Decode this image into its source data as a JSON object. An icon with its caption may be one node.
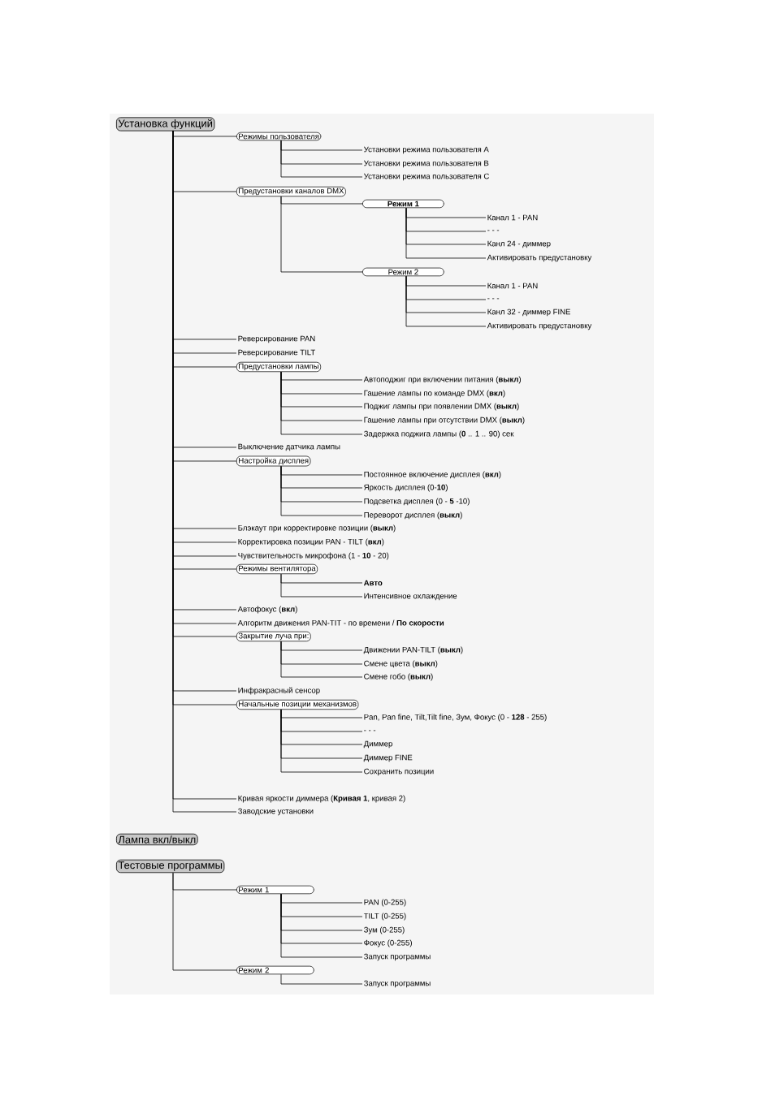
{
  "diagram": {
    "nodes": [
      {
        "text": [
          "Установка функций"
        ]
      },
      {
        "text": [
          "Режимы пользователя"
        ]
      },
      {
        "text": [
          "Установки режима пользователя A"
        ]
      },
      {
        "text": [
          "Установки режима пользователя B"
        ]
      },
      {
        "text": [
          "Установки режима пользователя C"
        ]
      },
      {
        "text": [
          "Предустановки каналов DMX"
        ]
      },
      {
        "text": [
          "Режим 1"
        ]
      },
      {
        "text": [
          "Канал 1 - PAN"
        ]
      },
      {
        "text": [
          "- - -"
        ]
      },
      {
        "text": [
          "Канл 24 - диммер"
        ]
      },
      {
        "text": [
          "Активировать предустановку"
        ]
      },
      {
        "text": [
          "Режим 2"
        ]
      },
      {
        "text": [
          "Канал 1 - PAN"
        ]
      },
      {
        "text": [
          "- - -"
        ]
      },
      {
        "text": [
          "Канл 32 - диммер FINE"
        ]
      },
      {
        "text": [
          "Активировать предустановку"
        ]
      },
      {
        "text": [
          "Реверсирование PAN"
        ]
      },
      {
        "text": [
          "Реверсирование TILT"
        ]
      },
      {
        "text": [
          "Предустановки лампы"
        ]
      },
      {
        "text": [
          "Автоподжиг при включении питания (**выкл**)"
        ]
      },
      {
        "text": [
          "Гашение лампы по команде DMX (**вкл**)"
        ]
      },
      {
        "text": [
          "Поджиг лампы при появлении DMX (**выкл**)"
        ]
      },
      {
        "text": [
          "Гашение лампы при отсутствии DMX (**выкл**)"
        ]
      },
      {
        "text": [
          "Задержка поджига лампы (**0** .. 1 .. 90) сек"
        ]
      },
      {
        "text": [
          "Выключение датчика лампы"
        ]
      },
      {
        "text": [
          "Настройка дисплея"
        ]
      },
      {
        "text": [
          "Постоянное включение дисплея (**вкл**)"
        ]
      },
      {
        "text": [
          "Яркость дисплея (0-**10**)"
        ]
      },
      {
        "text": [
          "Подсветка дисплея (0 - **5** -10)"
        ]
      },
      {
        "text": [
          "Переворот дисплея (**выкл**)"
        ]
      },
      {
        "text": [
          "Блэкаут при корректировке позиции (**выкл**)"
        ]
      },
      {
        "text": [
          "Корректировка позиции PAN - TILT (**вкл**)"
        ]
      },
      {
        "text": [
          "Чувствительность микрофона (1 - **10** - 20)"
        ]
      },
      {
        "text": [
          "Режимы вентилятора"
        ]
      },
      {
        "text": [
          "Авто"
        ]
      },
      {
        "text": [
          "Интенсивное охлаждение"
        ]
      },
      {
        "text": [
          "Автофокус (**вкл**)"
        ]
      },
      {
        "text": [
          "Алгоритм движения PAN-TIT - по времени / **По скорости**"
        ]
      },
      {
        "text": [
          "Закрытие луча при:"
        ]
      },
      {
        "text": [
          "Движении PAN-TILT (**выкл**)"
        ]
      },
      {
        "text": [
          "Смене цвета (**выкл**)"
        ]
      },
      {
        "text": [
          "Смене гобо (**выкл**)"
        ]
      },
      {
        "text": [
          "Инфракрасный сенсор"
        ]
      },
      {
        "text": [
          "Начальные позиции механизмов"
        ]
      },
      {
        "text": [
          "Pan, Pan fine, Tilt,Tilt fine, Зум, Фокус (0 - **128** - 255)"
        ]
      },
      {
        "text": [
          "- - -"
        ]
      },
      {
        "text": [
          "Диммер"
        ]
      },
      {
        "text": [
          "Диммер FINE"
        ]
      },
      {
        "text": [
          "Сохранить позиции"
        ]
      },
      {
        "text": [
          "Кривая яркости диммера (**Кривая 1**, кривая 2)"
        ]
      },
      {
        "text": [
          "Заводские установки"
        ]
      },
      {
        "text": [
          "Лампа вкл/выкл"
        ]
      },
      {
        "text": [
          "Тестовые программы"
        ]
      },
      {
        "text": [
          "Режим 1"
        ]
      },
      {
        "text": [
          "PAN (0-255)"
        ]
      },
      {
        "text": [
          "TILT (0-255)"
        ]
      },
      {
        "text": [
          "Зум (0-255)"
        ]
      },
      {
        "text": [
          "Фокус (0-255)"
        ]
      },
      {
        "text": [
          "Запуск программы"
        ]
      },
      {
        "text": [
          "Режим 2"
        ]
      },
      {
        "text": [
          "Запуск программы"
        ]
      }
    ],
    "edges": [
      {
        "from": 0,
        "to": 1,
        "arrow": "none"
      },
      {
        "from": 1,
        "to": 2,
        "arrow": "none"
      },
      {
        "from": 1,
        "to": 3,
        "arrow": "none"
      },
      {
        "from": 1,
        "to": 4,
        "arrow": "none"
      },
      {
        "from": 0,
        "to": 5,
        "arrow": "none"
      },
      {
        "from": 5,
        "to": 6,
        "arrow": "none"
      },
      {
        "from": 6,
        "to": 7,
        "arrow": "none"
      },
      {
        "from": 6,
        "to": 8,
        "arrow": "none"
      },
      {
        "from": 6,
        "to": 9,
        "arrow": "none"
      },
      {
        "from": 6,
        "to": 10,
        "arrow": "none"
      },
      {
        "from": 5,
        "to": 11,
        "arrow": "none"
      },
      {
        "from": 11,
        "to": 12,
        "arrow": "none"
      },
      {
        "from": 11,
        "to": 13,
        "arrow": "none"
      },
      {
        "from": 11,
        "to": 14,
        "arrow": "none"
      },
      {
        "from": 11,
        "to": 15,
        "arrow": "none"
      },
      {
        "from": 0,
        "to": 16,
        "arrow": "none"
      },
      {
        "from": 0,
        "to": 17,
        "arrow": "none"
      },
      {
        "from": 0,
        "to": 18,
        "arrow": "none"
      },
      {
        "from": 18,
        "to": 19,
        "arrow": "none"
      },
      {
        "from": 18,
        "to": 20,
        "arrow": "none"
      },
      {
        "from": 18,
        "to": 21,
        "arrow": "none"
      },
      {
        "from": 18,
        "to": 22,
        "arrow": "none"
      },
      {
        "from": 18,
        "to": 23,
        "arrow": "none"
      },
      {
        "from": 0,
        "to": 24,
        "arrow": "none"
      },
      {
        "from": 0,
        "to": 25,
        "arrow": "none"
      },
      {
        "from": 25,
        "to": 26,
        "arrow": "none"
      },
      {
        "from": 25,
        "to": 27,
        "arrow": "none"
      },
      {
        "from": 25,
        "to": 28,
        "arrow": "none"
      },
      {
        "from": 25,
        "to": 29,
        "arrow": "none"
      },
      {
        "from": 0,
        "to": 30,
        "arrow": "none"
      },
      {
        "from": 0,
        "to": 31,
        "arrow": "none"
      },
      {
        "from": 0,
        "to": 32,
        "arrow": "none"
      },
      {
        "from": 0,
        "to": 33,
        "arrow": "none"
      },
      {
        "from": 33,
        "to": 34,
        "arrow": "none"
      },
      {
        "from": 33,
        "to": 35,
        "arrow": "none"
      },
      {
        "from": 0,
        "to": 36,
        "arrow": "none"
      },
      {
        "from": 0,
        "to": 37,
        "arrow": "none"
      },
      {
        "from": 0,
        "to": 38,
        "arrow": "none"
      },
      {
        "from": 38,
        "to": 39,
        "arrow": "none"
      },
      {
        "from": 38,
        "to": 40,
        "arrow": "none"
      },
      {
        "from": 38,
        "to": 41,
        "arrow": "none"
      },
      {
        "from": 0,
        "to": 42,
        "arrow": "none"
      },
      {
        "from": 0,
        "to": 43,
        "arrow": "none"
      },
      {
        "from": 43,
        "to": 44,
        "arrow": "none"
      },
      {
        "from": 43,
        "to": 45,
        "arrow": "none"
      },
      {
        "from": 43,
        "to": 46,
        "arrow": "none"
      },
      {
        "from": 43,
        "to": 47,
        "arrow": "none"
      },
      {
        "from": 43,
        "to": 48,
        "arrow": "none"
      },
      {
        "from": 0,
        "to": 49,
        "arrow": "none"
      },
      {
        "from": 0,
        "to": 50,
        "arrow": "none"
      },
      {
        "from": 52,
        "to": 53,
        "arrow": "none"
      },
      {
        "from": 53,
        "to": 54,
        "arrow": "none"
      },
      {
        "from": 53,
        "to": 55,
        "arrow": "none"
      },
      {
        "from": 53,
        "to": 56,
        "arrow": "none"
      },
      {
        "from": 53,
        "to": 57,
        "arrow": "none"
      },
      {
        "from": 53,
        "to": 58,
        "arrow": "none"
      },
      {
        "from": 52,
        "to": 59,
        "arrow": "none"
      },
      {
        "from": 59,
        "to": 60,
        "arrow": "none"
      }
    ]
  }
}
